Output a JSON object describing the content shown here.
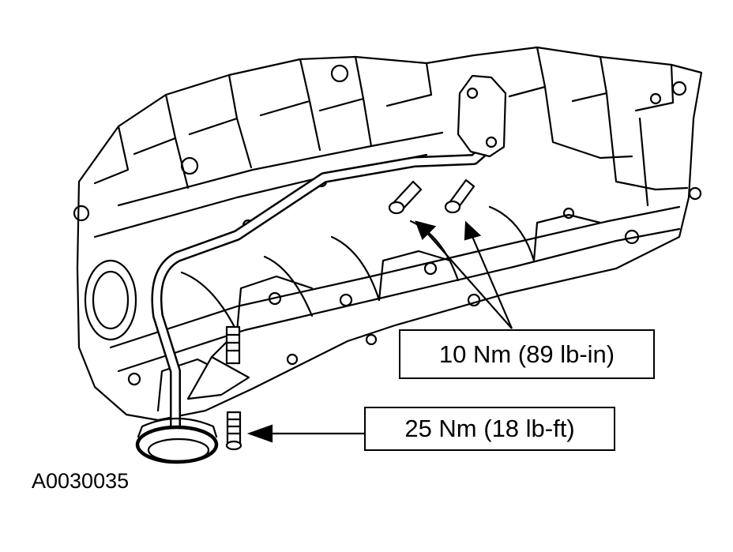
{
  "figure": {
    "id": "A0030035",
    "subject": "oil-pump-screen-and-pickup-tube",
    "colors": {
      "line": "#000000",
      "background": "#ffffff"
    }
  },
  "callouts": {
    "upper": {
      "text": "10 Nm (89 lb-in)",
      "points_to": "pickup-tube-flange-bolts"
    },
    "lower": {
      "text": "25 Nm (18 lb-ft)",
      "points_to": "pickup-tube-support-bolt"
    }
  }
}
